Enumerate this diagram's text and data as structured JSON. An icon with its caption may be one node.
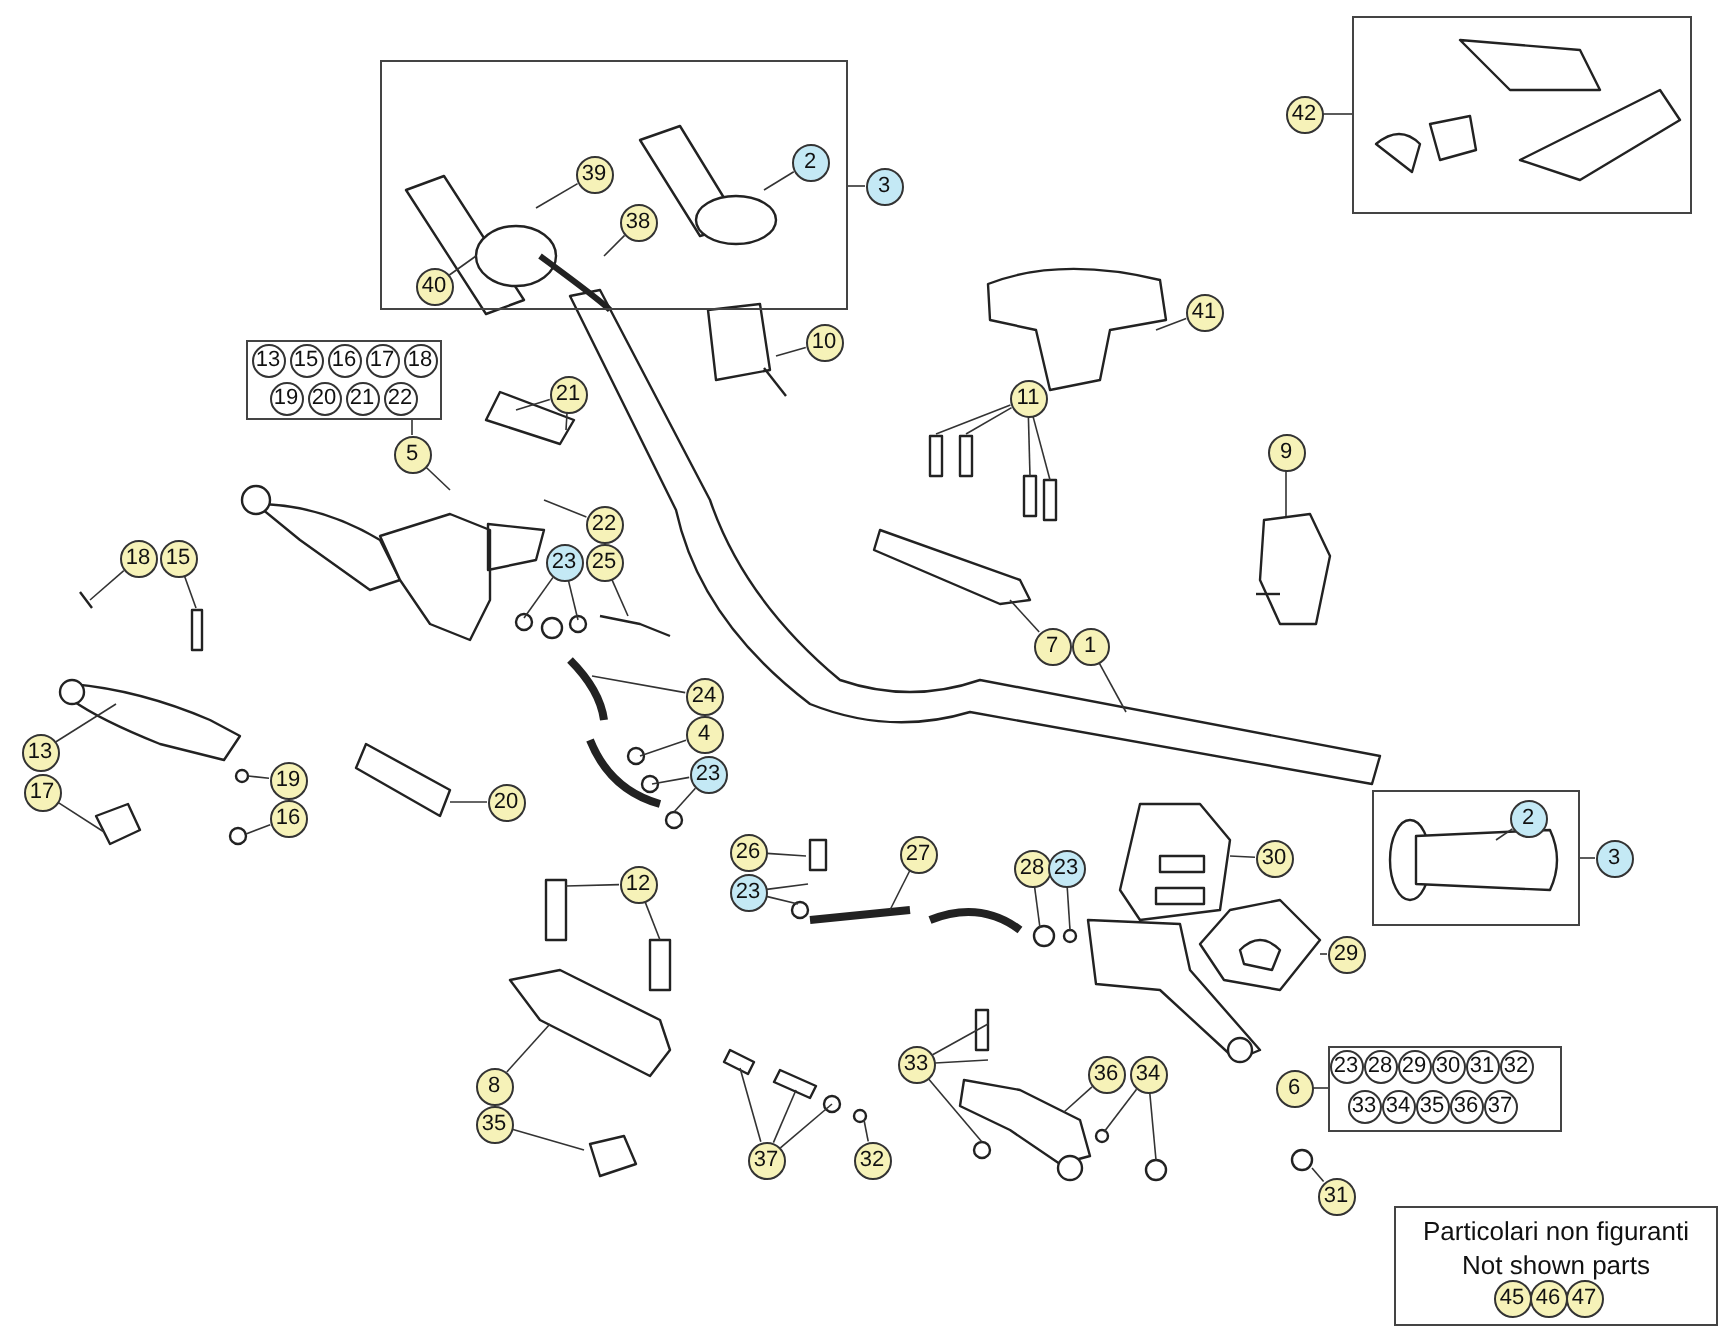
{
  "diagram": {
    "nodes": [
      {
        "text": [],
        "shape": "box"
      },
      {
        "text": [
          "39"
        ],
        "in": 0
      },
      {
        "text": [
          "38"
        ],
        "in": 0
      },
      {
        "text": [
          "40"
        ],
        "in": 0
      },
      {
        "text": [
          "2"
        ],
        "in": 0
      },
      {
        "text": [
          "3"
        ]
      },
      {
        "text": [],
        "shape": "box"
      },
      {
        "text": [
          "42"
        ]
      },
      {
        "text": [
          "10"
        ]
      },
      {
        "text": [
          "41"
        ]
      },
      {
        "text": [
          "11"
        ]
      },
      {
        "text": [],
        "shape": "box"
      },
      {
        "text": [
          "13"
        ],
        "in": 11
      },
      {
        "text": [
          "15"
        ],
        "in": 11
      },
      {
        "text": [
          "16"
        ],
        "in": 11
      },
      {
        "text": [
          "17"
        ],
        "in": 11
      },
      {
        "text": [
          "18"
        ],
        "in": 11
      },
      {
        "text": [
          "19"
        ],
        "in": 11
      },
      {
        "text": [
          "20"
        ],
        "in": 11
      },
      {
        "text": [
          "21"
        ],
        "in": 11
      },
      {
        "text": [
          "22"
        ],
        "in": 11
      },
      {
        "text": [
          "5"
        ]
      },
      {
        "text": [
          "21"
        ]
      },
      {
        "text": [
          "22"
        ]
      },
      {
        "text": [
          "9"
        ]
      },
      {
        "text": [
          "18"
        ]
      },
      {
        "text": [
          "15"
        ]
      },
      {
        "text": [
          "23"
        ]
      },
      {
        "text": [
          "25"
        ]
      },
      {
        "text": [
          "7"
        ]
      },
      {
        "text": [
          "1"
        ]
      },
      {
        "text": [
          "13"
        ]
      },
      {
        "text": [
          "19"
        ]
      },
      {
        "text": [
          "17"
        ]
      },
      {
        "text": [
          "16"
        ]
      },
      {
        "text": [
          "24"
        ]
      },
      {
        "text": [
          "4"
        ]
      },
      {
        "text": [
          "23"
        ]
      },
      {
        "text": [
          "20"
        ]
      },
      {
        "text": [],
        "shape": "box"
      },
      {
        "text": [
          "2"
        ],
        "in": 39
      },
      {
        "text": [
          "3"
        ]
      },
      {
        "text": [
          "12"
        ]
      },
      {
        "text": [
          "26"
        ]
      },
      {
        "text": [
          "23"
        ]
      },
      {
        "text": [
          "27"
        ]
      },
      {
        "text": [
          "28"
        ]
      },
      {
        "text": [
          "23"
        ]
      },
      {
        "text": [
          "30"
        ]
      },
      {
        "text": [
          "29"
        ]
      },
      {
        "text": [
          "8"
        ]
      },
      {
        "text": [
          "33"
        ]
      },
      {
        "text": [
          "36"
        ]
      },
      {
        "text": [
          "34"
        ]
      },
      {
        "text": [
          "6"
        ]
      },
      {
        "text": [],
        "shape": "box"
      },
      {
        "text": [
          "23"
        ],
        "in": 55
      },
      {
        "text": [
          "28"
        ],
        "in": 55
      },
      {
        "text": [
          "29"
        ],
        "in": 55
      },
      {
        "text": [
          "30"
        ],
        "in": 55
      },
      {
        "text": [
          "31"
        ],
        "in": 55
      },
      {
        "text": [
          "32"
        ],
        "in": 55
      },
      {
        "text": [
          "33"
        ],
        "in": 55
      },
      {
        "text": [
          "34"
        ],
        "in": 55
      },
      {
        "text": [
          "35"
        ],
        "in": 55
      },
      {
        "text": [
          "36"
        ],
        "in": 55
      },
      {
        "text": [
          "37"
        ],
        "in": 55
      },
      {
        "text": [
          "35"
        ]
      },
      {
        "text": [
          "37"
        ]
      },
      {
        "text": [
          "32"
        ]
      },
      {
        "text": [
          "31"
        ]
      },
      {
        "text": [
          "Particolari non figuranti",
          "Not shown parts"
        ]
      },
      {
        "text": [
          "45"
        ],
        "in": 71
      },
      {
        "text": [
          "46"
        ],
        "in": 71
      },
      {
        "text": [
          "47"
        ],
        "in": 71
      }
    ],
    "edges": [
      {
        "from": 1,
        "to": null,
        "arrow": "none"
      },
      {
        "from": 2,
        "to": null,
        "arrow": "none"
      },
      {
        "from": 3,
        "to": null,
        "arrow": "none"
      },
      {
        "from": 4,
        "to": null,
        "arrow": "none"
      },
      {
        "from": 5,
        "to": 0,
        "arrow": "none"
      },
      {
        "from": 7,
        "to": 6,
        "arrow": "none"
      },
      {
        "from": 8,
        "to": null,
        "arrow": "none"
      },
      {
        "from": 9,
        "to": null,
        "arrow": "none"
      },
      {
        "from": 10,
        "to": null,
        "arrow": "none"
      },
      {
        "from": 10,
        "to": null,
        "arrow": "none"
      },
      {
        "from": 10,
        "to": null,
        "arrow": "none"
      },
      {
        "from": 10,
        "to": null,
        "arrow": "none"
      },
      {
        "from": 21,
        "to": 11,
        "arrow": "none"
      },
      {
        "from": 21,
        "to": null,
        "arrow": "none"
      },
      {
        "from": 22,
        "to": null,
        "arrow": "none"
      },
      {
        "from": 22,
        "to": null,
        "arrow": "none"
      },
      {
        "from": 23,
        "to": null,
        "arrow": "none"
      },
      {
        "from": 24,
        "to": null,
        "arrow": "none"
      },
      {
        "from": 25,
        "to": null,
        "arrow": "none"
      },
      {
        "from": 26,
        "to": null,
        "arrow": "none"
      },
      {
        "from": 27,
        "to": null,
        "arrow": "none"
      },
      {
        "from": 27,
        "to": null,
        "arrow": "none"
      },
      {
        "from": 28,
        "to": null,
        "arrow": "none"
      },
      {
        "from": 29,
        "to": null,
        "arrow": "none"
      },
      {
        "from": 30,
        "to": null,
        "arrow": "none"
      },
      {
        "from": 31,
        "to": null,
        "arrow": "none"
      },
      {
        "from": 32,
        "to": null,
        "arrow": "none"
      },
      {
        "from": 33,
        "to": null,
        "arrow": "none"
      },
      {
        "from": 34,
        "to": null,
        "arrow": "none"
      },
      {
        "from": 35,
        "to": null,
        "arrow": "none"
      },
      {
        "from": 36,
        "to": null,
        "arrow": "none"
      },
      {
        "from": 37,
        "to": null,
        "arrow": "none"
      },
      {
        "from": 37,
        "to": null,
        "arrow": "none"
      },
      {
        "from": 38,
        "to": null,
        "arrow": "none"
      },
      {
        "from": 40,
        "to": null,
        "arrow": "none"
      },
      {
        "from": 41,
        "to": 39,
        "arrow": "none"
      },
      {
        "from": 42,
        "to": null,
        "arrow": "none"
      },
      {
        "from": 42,
        "to": null,
        "arrow": "none"
      },
      {
        "from": 43,
        "to": null,
        "arrow": "none"
      },
      {
        "from": 44,
        "to": null,
        "arrow": "none"
      },
      {
        "from": 44,
        "to": null,
        "arrow": "none"
      },
      {
        "from": 45,
        "to": null,
        "arrow": "none"
      },
      {
        "from": 46,
        "to": null,
        "arrow": "none"
      },
      {
        "from": 47,
        "to": null,
        "arrow": "none"
      },
      {
        "from": 48,
        "to": null,
        "arrow": "none"
      },
      {
        "from": 49,
        "to": null,
        "arrow": "none"
      },
      {
        "from": 50,
        "to": null,
        "arrow": "none"
      },
      {
        "from": 51,
        "to": null,
        "arrow": "none"
      },
      {
        "from": 51,
        "to": null,
        "arrow": "none"
      },
      {
        "from": 51,
        "to": null,
        "arrow": "none"
      },
      {
        "from": 52,
        "to": null,
        "arrow": "none"
      },
      {
        "from": 53,
        "to": null,
        "arrow": "none"
      },
      {
        "from": 53,
        "to": null,
        "arrow": "none"
      },
      {
        "from": 54,
        "to": 55,
        "arrow": "none"
      },
      {
        "from": 67,
        "to": null,
        "arrow": "none"
      },
      {
        "from": 68,
        "to": null,
        "arrow": "none"
      },
      {
        "from": 68,
        "to": null,
        "arrow": "none"
      },
      {
        "from": 68,
        "to": null,
        "arrow": "none"
      },
      {
        "from": 69,
        "to": null,
        "arrow": "none"
      },
      {
        "from": 70,
        "to": null,
        "arrow": "none"
      }
    ]
  }
}
